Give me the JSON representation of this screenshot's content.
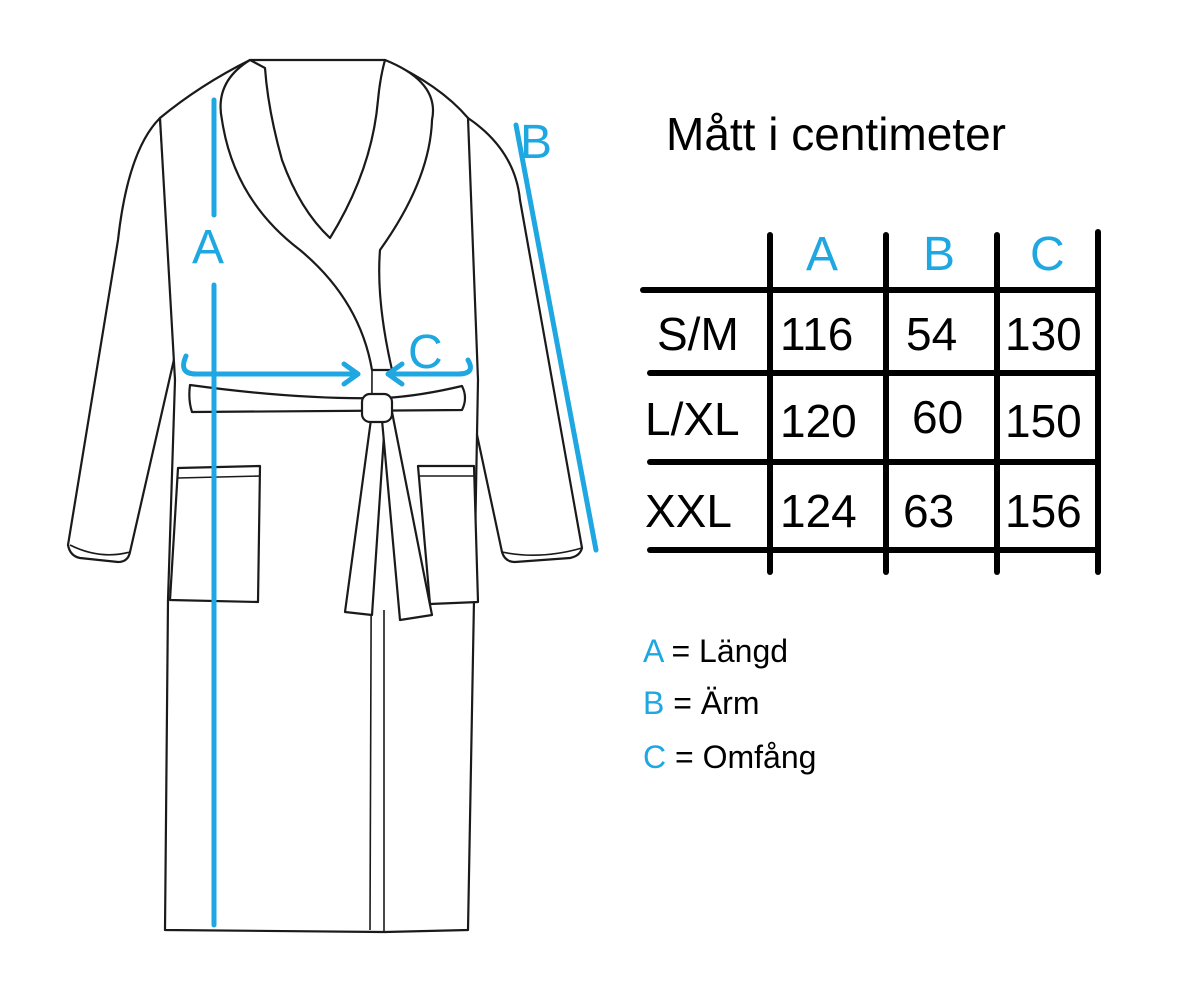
{
  "colors": {
    "accent": "#1ea7e1"
  },
  "title": "Mått i centimeter",
  "labels": {
    "a": "A",
    "b": "B",
    "c": "C"
  },
  "table": {
    "headers": [
      "A",
      "B",
      "C"
    ],
    "rows": [
      {
        "size": "S/M",
        "values": [
          "116",
          "54",
          "130"
        ]
      },
      {
        "size": "L/XL",
        "values": [
          "120",
          "60",
          "150"
        ]
      },
      {
        "size": "XXL",
        "values": [
          "124",
          "63",
          "156"
        ]
      }
    ]
  },
  "legend": [
    {
      "key": "A",
      "sep": " = ",
      "text": "Längd"
    },
    {
      "key": "B",
      "sep": " = ",
      "text": "Ärm"
    },
    {
      "key": "C",
      "sep": " = ",
      "text": "Omfång"
    }
  ]
}
